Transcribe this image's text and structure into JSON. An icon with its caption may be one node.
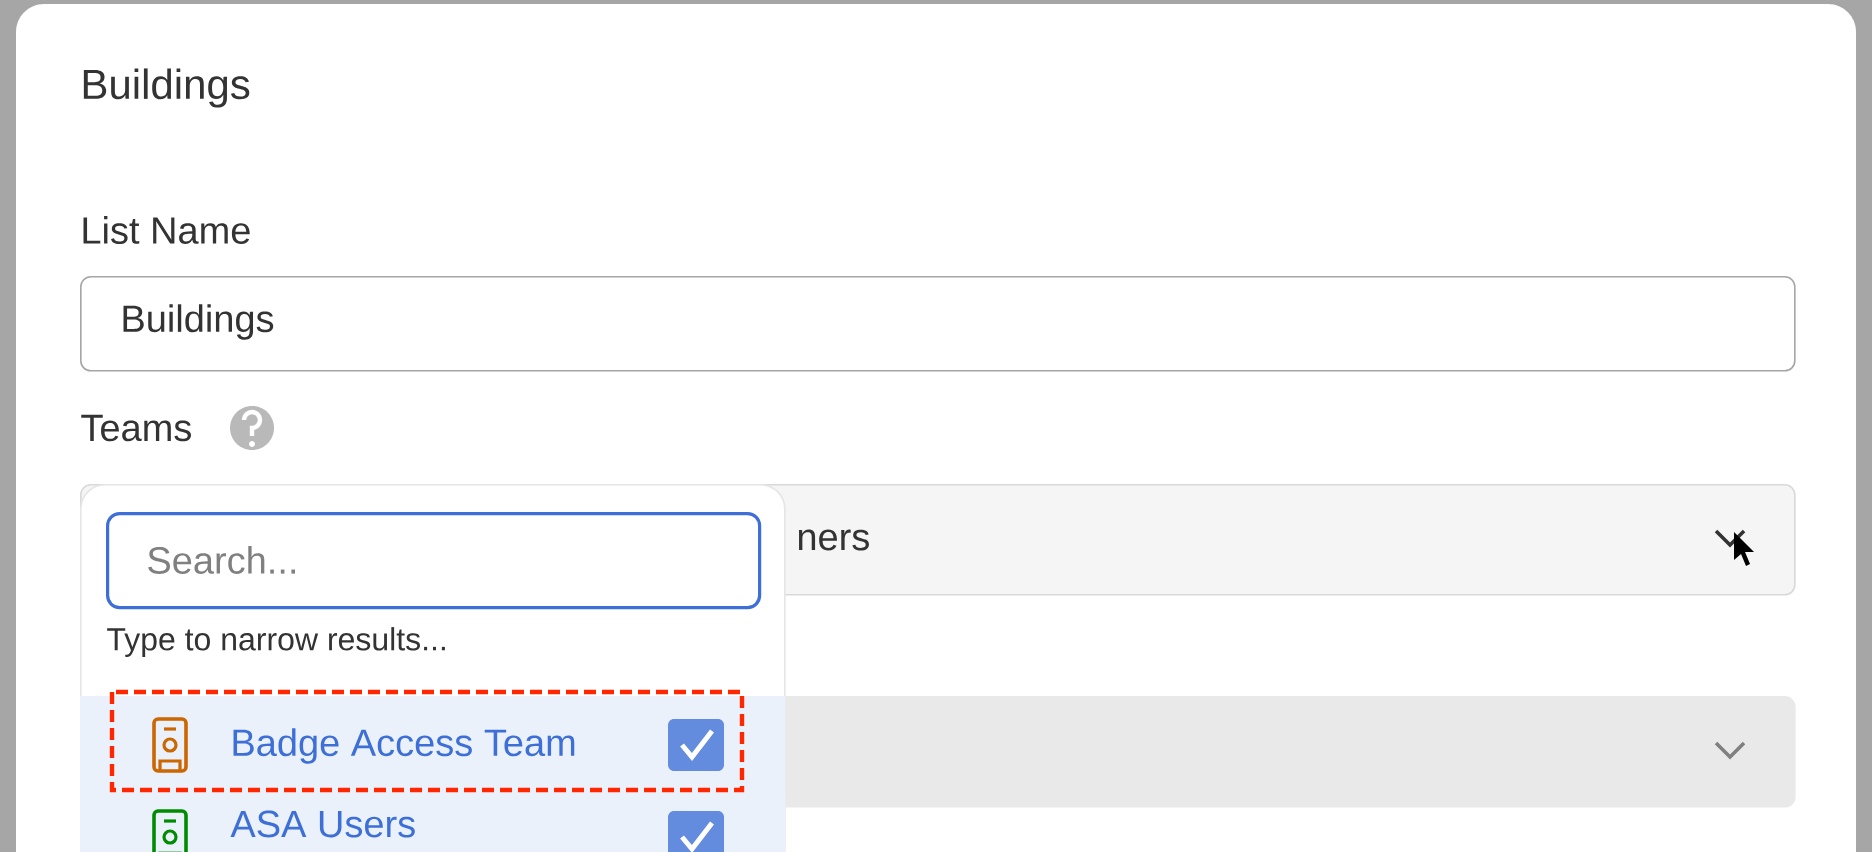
{
  "diagram": {
    "title": "Buildings",
    "nodes": [
      {
        "text": [
          "Buildings"
        ]
      },
      {
        "text": [
          "ners"
        ]
      },
      {
        "text": [
          "Type to narrow results..."
        ]
      },
      {
        "text": [
          "Search..."
        ],
        "in": 2
      },
      {
        "text": [
          "Badge Access Team"
        ]
      },
      {
        "text": [
          "ASA Users"
        ],
        "in": 2
      },
      {
        "text": [],
        "shape": "box"
      }
    ],
    "labels": [
      "List Name",
      "Teams"
    ]
  }
}
